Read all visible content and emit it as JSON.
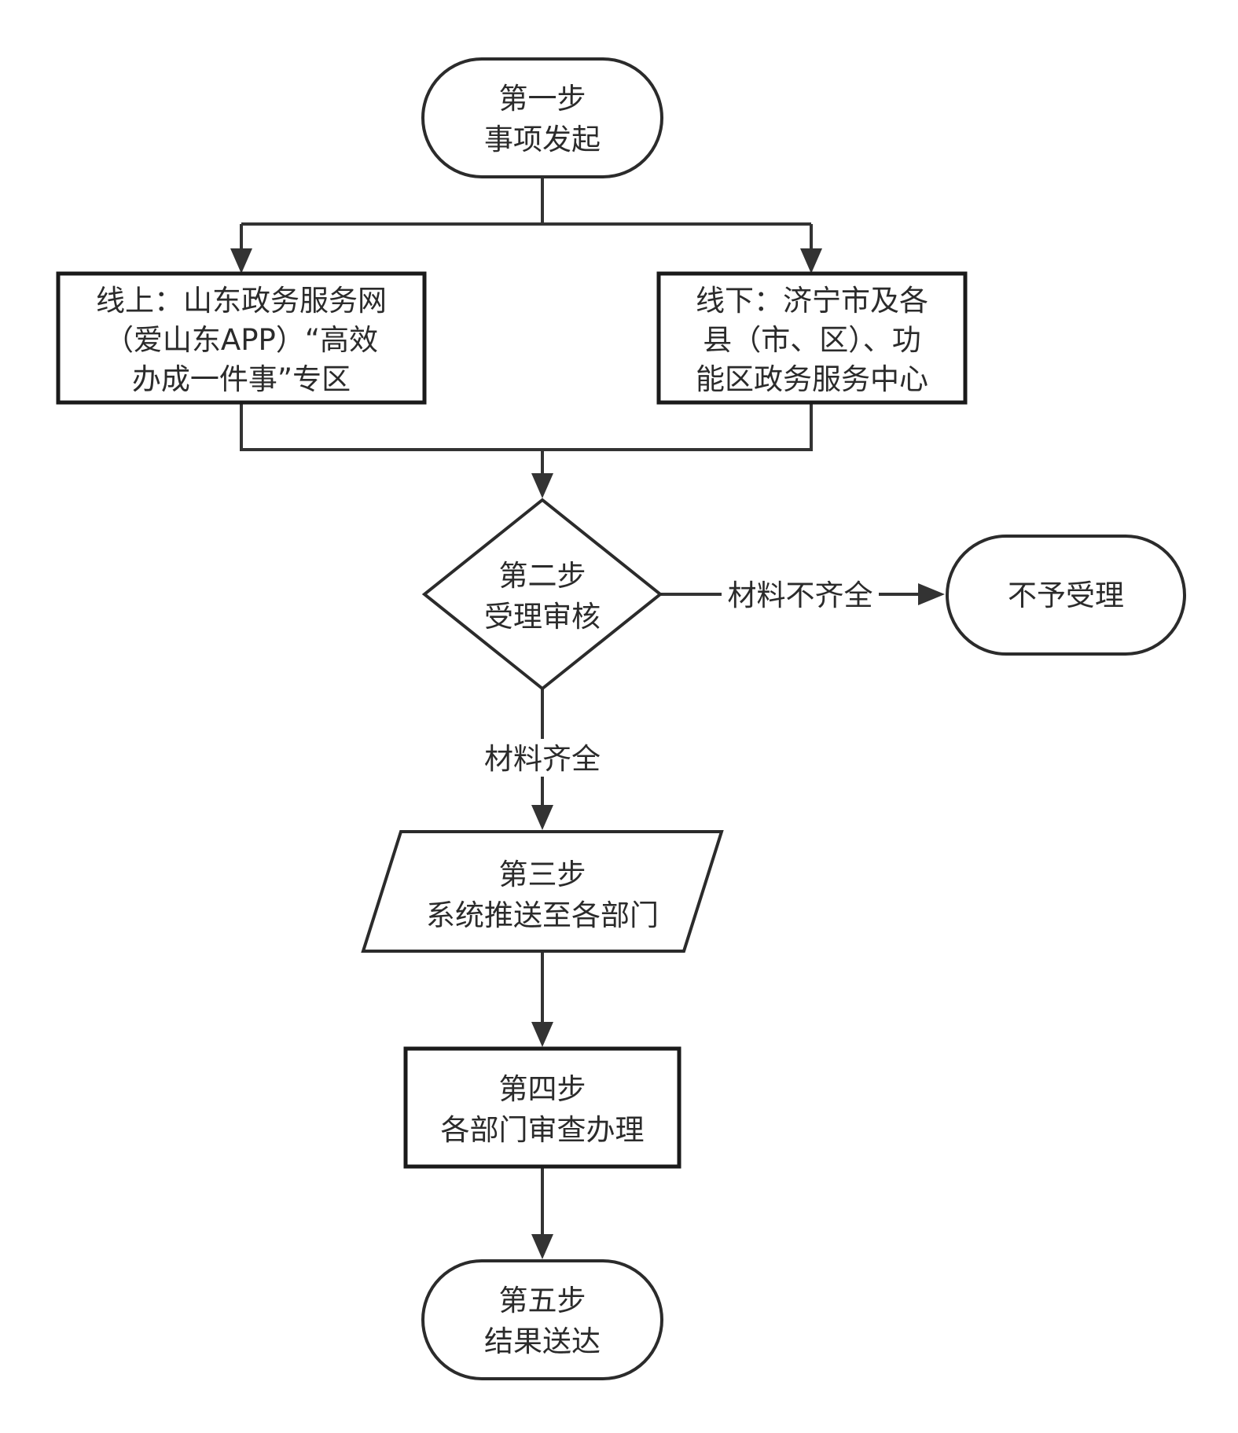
{
  "nodes": {
    "start": {
      "lines": [
        "第一步",
        "事项发起"
      ]
    },
    "online": {
      "lines": [
        "线上：山东政务服务网",
        "（爱山东APP）“高效",
        "办成一件事”专区"
      ]
    },
    "offline": {
      "lines": [
        "线下：济宁市及各",
        "县（市、区）、功",
        "能区政务服务中心"
      ]
    },
    "review": {
      "lines": [
        "第二步",
        "受理审核"
      ]
    },
    "reject": {
      "lines": [
        "不予受理"
      ]
    },
    "push": {
      "lines": [
        "第三步",
        "系统推送至各部门"
      ]
    },
    "process": {
      "lines": [
        "第四步",
        "各部门审查办理"
      ]
    },
    "deliver": {
      "lines": [
        "第五步",
        "结果送达"
      ]
    }
  },
  "edges": {
    "incomplete_label": "材料不齐全",
    "complete_label": "材料齐全"
  },
  "colors": {
    "stroke": "#2b2b2b",
    "text": "#2b2b2b",
    "background": "#ffffff"
  }
}
